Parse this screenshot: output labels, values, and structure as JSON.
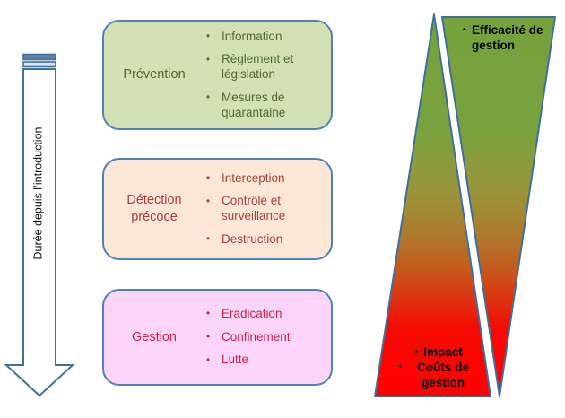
{
  "ui": {
    "bullet": "•"
  },
  "colors": {
    "box_border": "#4f81bd",
    "triangle_border": "#3f6f9c",
    "arrow_border": "#41719c",
    "gradient_top_green": "#76a23c",
    "gradient_bottom_red": "#ff0000",
    "prevention_bg": "#d2e0b4",
    "prevention_text": "#4e682e",
    "detection_bg": "#fce6d5",
    "detection_text": "#a5413d",
    "gestion_bg": "#fbd5f9",
    "gestion_text": "#ca2348",
    "triangle_label_text": "#000000"
  },
  "arrow": {
    "label": "Durée depuis l’introduction"
  },
  "boxes": [
    {
      "label": "Prévention",
      "bullets": [
        "Information",
        "Règlement et législation",
        "Mesures de quarantaine"
      ]
    },
    {
      "label": "Détection précoce",
      "bullets": [
        "Interception",
        "Contrôle et surveillance",
        "Destruction"
      ]
    },
    {
      "label": "Gestion",
      "bullets": [
        "Eradication",
        "Confinement",
        "Lutte"
      ]
    }
  ],
  "triangles": {
    "efficiency": {
      "items": [
        "Efficacité de gestion"
      ]
    },
    "impact": {
      "items": [
        "Impact",
        "Coûts de gestion"
      ]
    }
  }
}
